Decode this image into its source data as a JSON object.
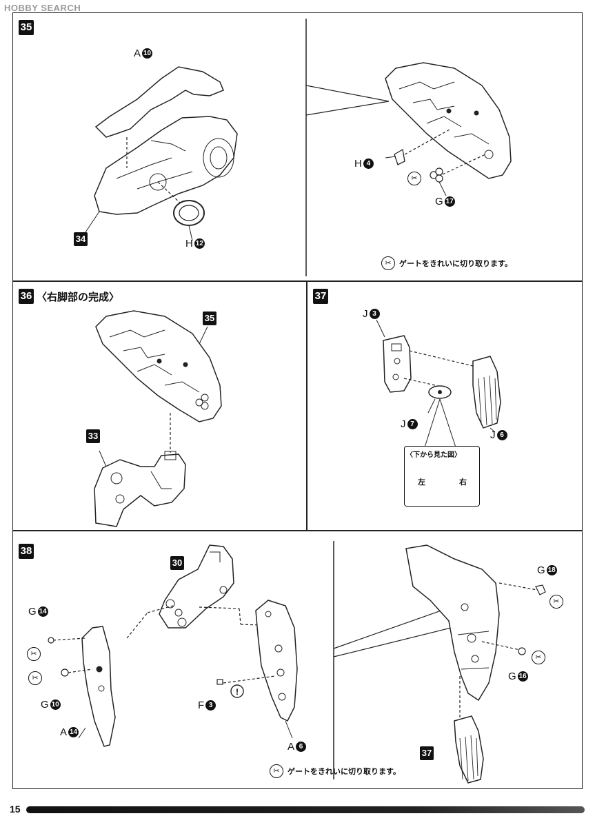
{
  "watermark": "HOBBY SEARCH",
  "page_number": "15",
  "steps": {
    "s35": {
      "number": "35",
      "labels": {
        "a10": {
          "letter": "A",
          "num": "10"
        },
        "h12": {
          "letter": "H",
          "num": "12"
        },
        "ref34": "34",
        "h4": {
          "letter": "H",
          "num": "4"
        },
        "g17": {
          "letter": "G",
          "num": "17"
        }
      },
      "note": "ゲートをきれいに切り取ります。"
    },
    "s36": {
      "number": "36",
      "title": "〈右脚部の完成〉",
      "ref35": "35",
      "ref33": "33"
    },
    "s37": {
      "number": "37",
      "labels": {
        "j3": {
          "letter": "J",
          "num": "3"
        },
        "j7": {
          "letter": "J",
          "num": "7"
        },
        "j6": {
          "letter": "J",
          "num": "6"
        }
      },
      "callout_title": "〈下から見た図〉",
      "left": "左",
      "right": "右"
    },
    "s38": {
      "number": "38",
      "labels": {
        "ref30": "30",
        "g14": {
          "letter": "G",
          "num": "14"
        },
        "g10": {
          "letter": "G",
          "num": "10"
        },
        "a14": {
          "letter": "A",
          "num": "14"
        },
        "f3": {
          "letter": "F",
          "num": "3"
        },
        "a6": {
          "letter": "A",
          "num": "6"
        },
        "g18": {
          "letter": "G",
          "num": "18"
        },
        "g16": {
          "letter": "G",
          "num": "16"
        },
        "ref37": "37"
      },
      "note": "ゲートをきれいに切り取ります。"
    }
  },
  "icons": {
    "gate": "nipper-icon",
    "caution": "exclamation-icon"
  }
}
